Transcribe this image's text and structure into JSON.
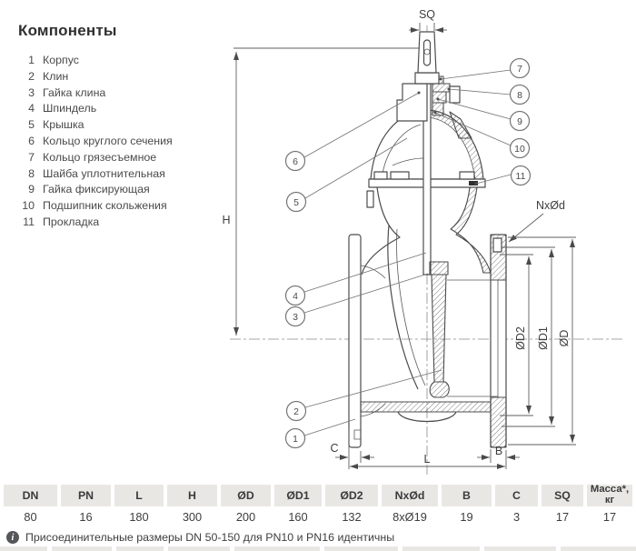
{
  "components": {
    "title": "Компоненты",
    "items": [
      {
        "num": "1",
        "label": "Корпус"
      },
      {
        "num": "2",
        "label": "Клин"
      },
      {
        "num": "3",
        "label": "Гайка клина"
      },
      {
        "num": "4",
        "label": "Шпиндель"
      },
      {
        "num": "5",
        "label": "Крышка"
      },
      {
        "num": "6",
        "label": "Кольцо круглого сечения"
      },
      {
        "num": "7",
        "label": "Кольцо грязесъемное"
      },
      {
        "num": "8",
        "label": "Шайба уплотнительная"
      },
      {
        "num": "9",
        "label": "Гайка фиксирующая"
      },
      {
        "num": "10",
        "label": "Подшипник скольжения"
      },
      {
        "num": "11",
        "label": "Прокладка"
      }
    ]
  },
  "drawing": {
    "callouts": [
      "1",
      "2",
      "3",
      "4",
      "5",
      "6",
      "7",
      "8",
      "9",
      "10",
      "11"
    ],
    "dims": {
      "sq": "SQ",
      "h": "H",
      "nxod": "NxØd",
      "od2": "ØD2",
      "od1": "ØD1",
      "od": "ØD",
      "c": "C",
      "l": "L",
      "b": "B"
    }
  },
  "table": {
    "columns": [
      {
        "header": "DN",
        "value": "80"
      },
      {
        "header": "PN",
        "value": "16"
      },
      {
        "header": "L",
        "value": "180"
      },
      {
        "header": "H",
        "value": "300"
      },
      {
        "header": "ØD",
        "value": "200"
      },
      {
        "header": "ØD1",
        "value": "160"
      },
      {
        "header": "ØD2",
        "value": "132"
      },
      {
        "header": "NxØd",
        "value": "8xØ19"
      },
      {
        "header": "B",
        "value": "19"
      },
      {
        "header": "C",
        "value": "3"
      },
      {
        "header": "SQ",
        "value": "17"
      },
      {
        "header": "Масса*, кг",
        "value": "17"
      }
    ]
  },
  "note": {
    "icon": "i",
    "text": "Присоединительные размеры DN 50-150 для PN10 и PN16 идентичны"
  }
}
